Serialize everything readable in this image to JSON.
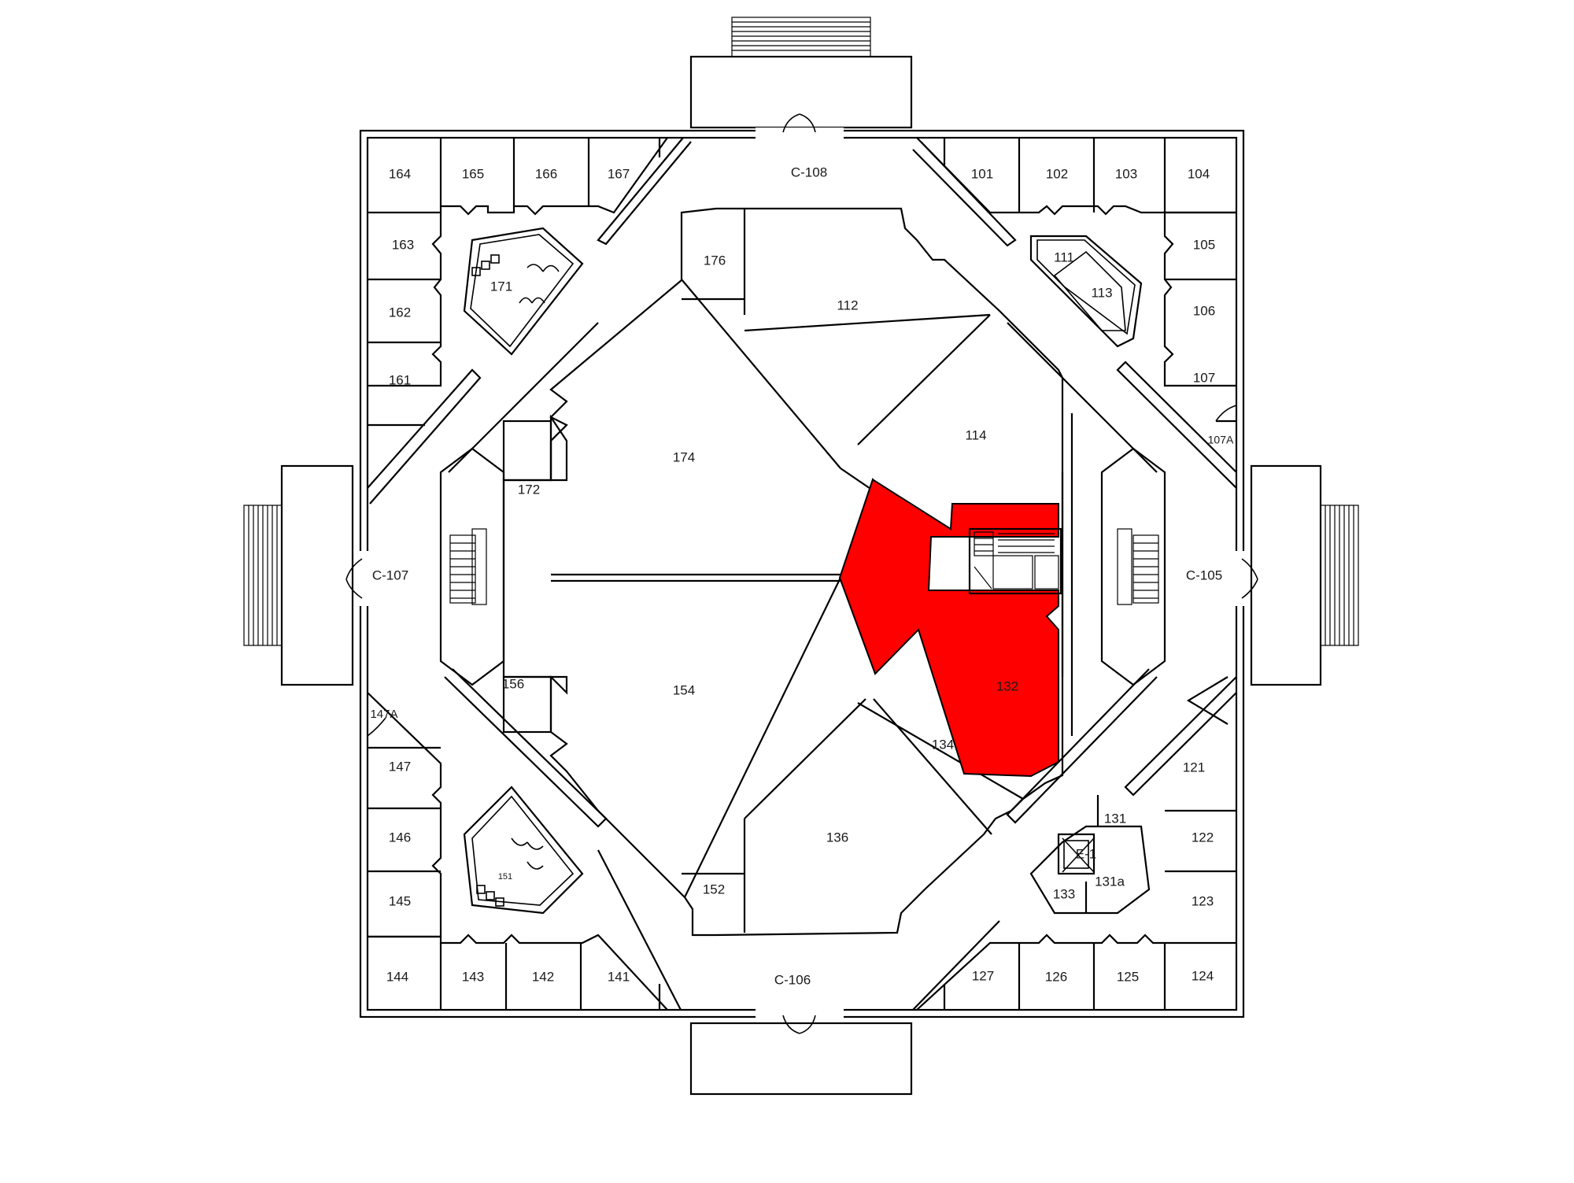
{
  "highlight_color": "#ff0000",
  "line_color": "#000000",
  "rooms": {
    "r101": "101",
    "r102": "102",
    "r103": "103",
    "r104": "104",
    "r105": "105",
    "r106": "106",
    "r107": "107",
    "r107A": "107A",
    "r111": "111",
    "r112": "112",
    "r113": "113",
    "r114": "114",
    "r121": "121",
    "r122": "122",
    "r123": "123",
    "r124": "124",
    "r125": "125",
    "r126": "126",
    "r127": "127",
    "r131": "131",
    "r131a": "131a",
    "r132": "132",
    "r133": "133",
    "r134": "134",
    "r136": "136",
    "r141": "141",
    "r142": "142",
    "r143": "143",
    "r144": "144",
    "r145": "145",
    "r146": "146",
    "r147": "147",
    "r147A": "147A",
    "r151": "151",
    "r152": "152",
    "r154": "154",
    "r156": "156",
    "r161": "161",
    "r162": "162",
    "r163": "163",
    "r164": "164",
    "r165": "165",
    "r166": "166",
    "r167": "167",
    "r171": "171",
    "r172": "172",
    "r174": "174",
    "r176": "176",
    "e1": "E-1"
  },
  "corridors": {
    "c105": "C-105",
    "c106": "C-106",
    "c107": "C-107",
    "c108": "C-108"
  },
  "highlighted_room": "132"
}
